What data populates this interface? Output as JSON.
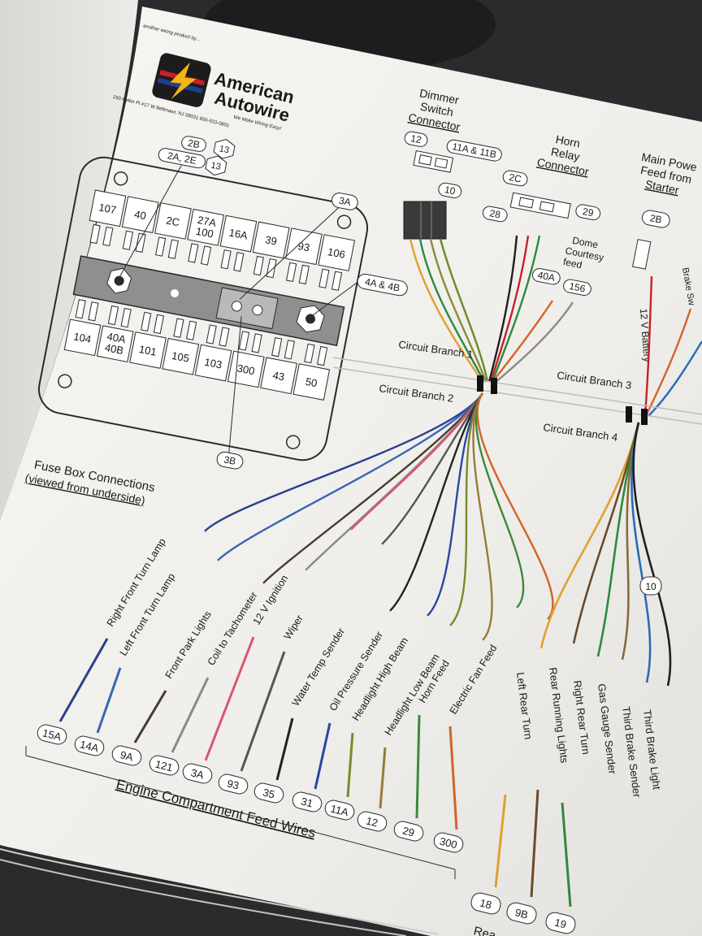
{
  "brand": {
    "small_header": "another wiring product by...",
    "name_line1": "American",
    "name_line2": "Autowire",
    "slogan": "We Make Wiring Easy!",
    "address": "150 Heller Pl #17 W   Bellmawr, NJ 08031   856-933-0801"
  },
  "connectors": {
    "dimmer_switch": {
      "line1": "Dimmer",
      "line2": "Switch",
      "line3": "Connector",
      "pins": [
        "12",
        "11A & 11B",
        "10"
      ]
    },
    "horn_relay": {
      "line1": "Horn",
      "line2": "Relay",
      "line3": "Connector",
      "pins": [
        "2C",
        "29",
        "28"
      ]
    },
    "main_power": {
      "line1": "Main Powe",
      "line2": "Feed from",
      "line3": "Starter",
      "pin": "2B"
    },
    "dome_courtesy": {
      "line1": "Dome",
      "line2": "Courtesy",
      "line3": "feed",
      "pins": [
        "40A",
        "156"
      ]
    },
    "battery_label": "12 V Battery",
    "brake_label": "Brake Sw"
  },
  "fuse_box": {
    "top_tags": [
      "2B",
      "2A, 2E",
      "13",
      "13"
    ],
    "top_row": [
      "107",
      "40",
      "2C",
      "27A\n100",
      "16A",
      "39",
      "93",
      "106"
    ],
    "bottom_row": [
      "104",
      "40A\n40B",
      "101",
      "105",
      "103",
      "300",
      "43",
      "50"
    ],
    "tag_3a": "3A",
    "tag_4a4b": "4A & 4B",
    "tag_3b": "3B",
    "caption_line1": "Fuse Box Connections",
    "caption_line2": "(viewed from underside)"
  },
  "branches": [
    "Circuit Branch 1",
    "Circuit Branch 2",
    "Circuit Branch 3",
    "Circuit Branch 4"
  ],
  "engine_feed": {
    "caption": "Engine Compartment Feed Wires",
    "wires": [
      {
        "label": "Right Front Turn Lamp",
        "tag": "15A",
        "color": "#2c3f8c"
      },
      {
        "label": "Left Front Turn Lamp",
        "tag": "14A",
        "color": "#3a64b5"
      },
      {
        "label": "Front Park Lights",
        "tag": "9A",
        "color": "#4a3a32"
      },
      {
        "label": "Coil to Tachometer",
        "tag": "121",
        "color": "#8a8a8a"
      },
      {
        "label": "12 V Ignition",
        "tag": "3A",
        "color": "#d9566e"
      },
      {
        "label": "Wiper",
        "tag": "93",
        "color": "#555555"
      },
      {
        "label": "Water Temp Sender",
        "tag": "35",
        "color": "#222222"
      },
      {
        "label": "Oil Pressure Sender",
        "tag": "31",
        "color": "#2a46a0"
      },
      {
        "label": "Headlight High Beam",
        "tag": "11A",
        "color": "#7a8a2a"
      },
      {
        "label": "Headlight Low Beam",
        "tag": "12",
        "color": "#9a7a3a"
      },
      {
        "label": "Horn Feed",
        "tag": "29",
        "color": "#3a8a3a"
      },
      {
        "label": "Electric Fan Feed",
        "tag": "300",
        "color": "#d2642a"
      }
    ]
  },
  "rear_feed": {
    "wires": [
      {
        "label": "Left Rear Turn",
        "tag": "18",
        "color": "#e0a030"
      },
      {
        "label": "Rear Running Lights",
        "tag": "9B",
        "color": "#6a4a2a"
      },
      {
        "label": "Right Rear Turn",
        "tag": "19",
        "color": "#2e8a3e"
      },
      {
        "label": "Gas Gauge Sender",
        "tag": "",
        "color": "#8a6a3a"
      },
      {
        "label": "Third Brake Sender",
        "tag": "",
        "color": "#2c6ab8"
      },
      {
        "label": "Third Brake Light",
        "tag": "",
        "color": "#1f1f1f"
      }
    ],
    "caption_fragment": "Rea",
    "edge_tag": "10"
  },
  "colors": {
    "paper": "#f4f3ef",
    "ink": "#1a1a1a",
    "brand_red": "#c8202a",
    "brand_blue": "#1e3f8a"
  }
}
